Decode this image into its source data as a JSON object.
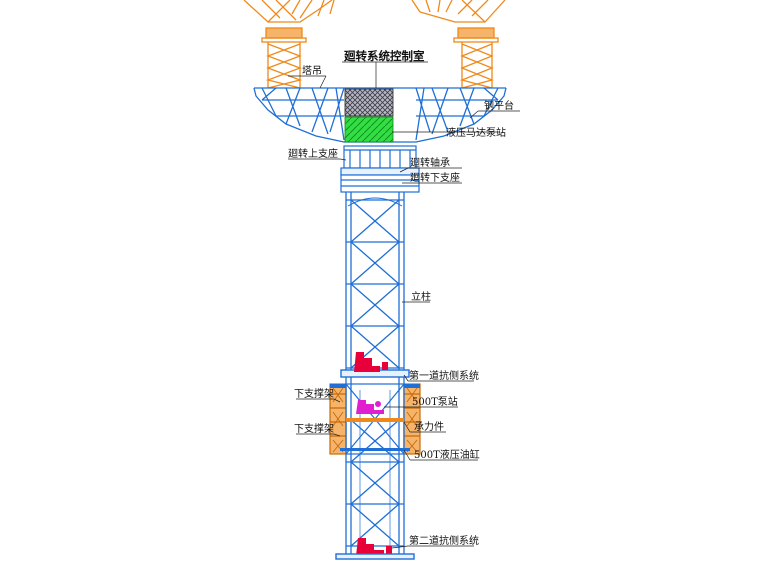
{
  "diagram": {
    "labels": {
      "control_room": "廻转系统控制室",
      "tower_crane": "塔吊",
      "steel_platform": "钢平台",
      "hydraulic_pump_station": "液压马达泵站",
      "upper_rotation_support": "廻转上支座",
      "rotation_bearing": "廻转轴承",
      "lower_rotation_support": "廻转下支座",
      "column": "立柱",
      "first_anti_lateral_system": "第一道抗侧系统",
      "lower_bracing_frame_1": "下支撑架",
      "pump_500t": "500T泵站",
      "lower_bracing_frame_2": "下支撑架",
      "load_bearing_member": "承力件",
      "cylinder_500t": "500T液压油缸",
      "second_anti_lateral_system": "第二道抗侧系统"
    },
    "colors": {
      "structure": "#1f6fd6",
      "crane": "#ef8a1a",
      "control_room_fill": "#6b6b75",
      "pump_station_fill": "#2bd23b",
      "hydraulic_units": "#e8003a",
      "pump_500t": "#e020d0",
      "support_frame": "#ef8a1a"
    }
  }
}
